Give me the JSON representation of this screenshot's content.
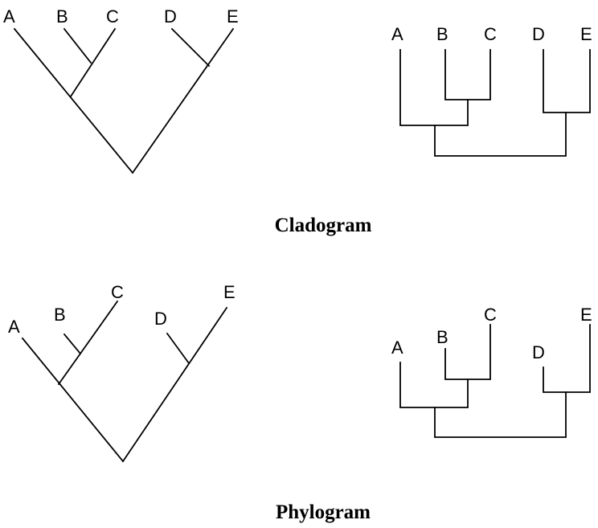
{
  "taxa": [
    "A",
    "B",
    "C",
    "D",
    "E"
  ],
  "cladogram": {
    "caption": "Cladogram"
  },
  "phylogram": {
    "caption": "Phylogram"
  },
  "colors": {
    "line": "#000000",
    "background": "#ffffff"
  }
}
